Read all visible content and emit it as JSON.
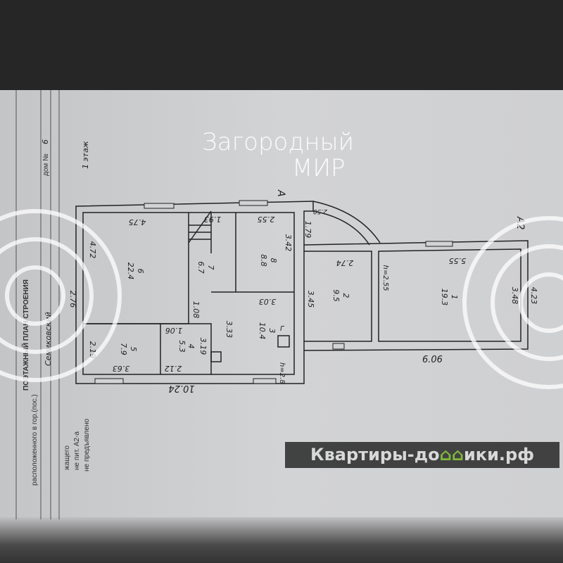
{
  "document": {
    "title": "ПОЭТАЖНЫЙ ПЛАН СТРОЕНИЯ",
    "house_number_label": "дом №",
    "house_number": "6",
    "floor_label": "1 этаж",
    "location_line": "расположенного в гор.(пос.)",
    "location_name": "Семиковский",
    "lit_line": "не пит. А2-а",
    "not_presented": "не предъявлено",
    "owner_line": "жащего"
  },
  "rooms": [
    {
      "num": "1",
      "area": "19.3"
    },
    {
      "num": "2",
      "area": "9.5"
    },
    {
      "num": "3",
      "area": "10.4"
    },
    {
      "num": "4",
      "area": "5.3"
    },
    {
      "num": "5",
      "area": "7.9"
    },
    {
      "num": "6",
      "area": "22.4"
    },
    {
      "num": "7",
      "area": "6.7"
    },
    {
      "num": "8",
      "area": "8.8"
    }
  ],
  "dimensions": {
    "d475": "4.75",
    "d472": "4.72",
    "d276": "2.76",
    "d219": "2.19",
    "d363": "3.63",
    "d106": "1.06",
    "d212": "2.12",
    "d319": "3.19",
    "d108": "1.08",
    "d333": "3.33",
    "d303": "3.03",
    "d193": "1.93",
    "d255": "2.55",
    "d342": "3.42",
    "d179": "1.79",
    "d250": "2.50",
    "d274": "2.74",
    "d345": "3.45",
    "d555": "5.55",
    "d348": "3.48",
    "d423": "4.23",
    "d606": "6.06",
    "d1024": "10.24",
    "h3": "h=2.8",
    "h1": "h=2.55",
    "stove": "Г"
  },
  "markers": {
    "a": "А",
    "a2": "А2"
  },
  "watermarks": {
    "brand_line1": "Загородный",
    "brand_line2": "МИР",
    "site_pre": "Квартиры-до",
    "site_house": "⌂⌂",
    "site_post": "ики.рф"
  },
  "colors": {
    "ink": "#222222",
    "paper": "#d2d3d5",
    "accent": "#7fb83a"
  }
}
